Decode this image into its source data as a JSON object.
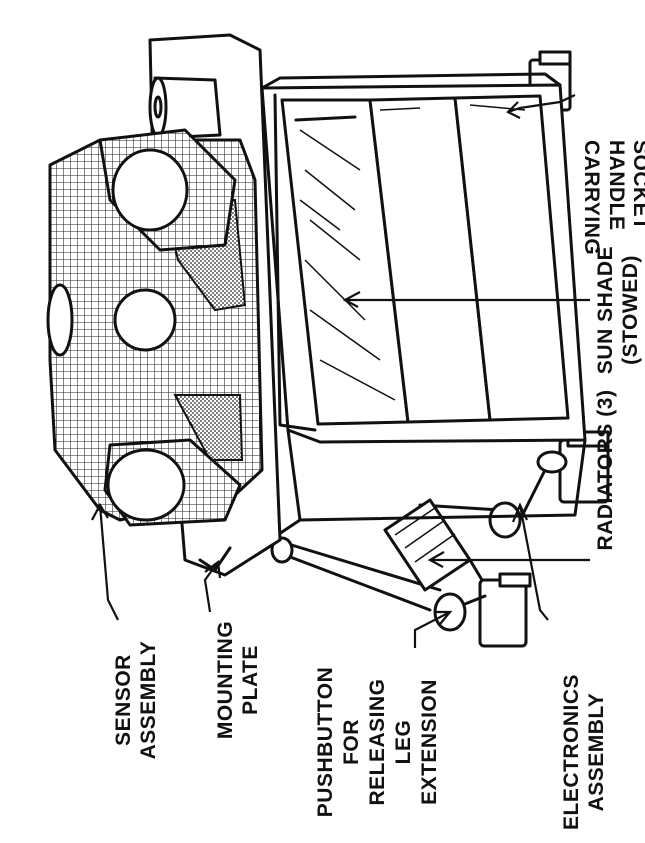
{
  "figure": {
    "labels": {
      "carrying_handle_socket": [
        "CARRYING",
        "HANDLE",
        "SOCKET"
      ],
      "sun_shade": [
        "SUN SHADE",
        "(STOWED)"
      ],
      "radiators": "RADIATORS (3)",
      "electronics_assembly": [
        "ELECTRONICS",
        "ASSEMBLY"
      ],
      "pushbutton": [
        "PUSHBUTTON",
        "FOR",
        "RELEASING",
        "LEG",
        "EXTENSION"
      ],
      "mounting_plate": [
        "MOUNTING",
        "PLATE"
      ],
      "sensor_assembly": [
        "SENSOR",
        "ASSEMBLY"
      ]
    }
  }
}
